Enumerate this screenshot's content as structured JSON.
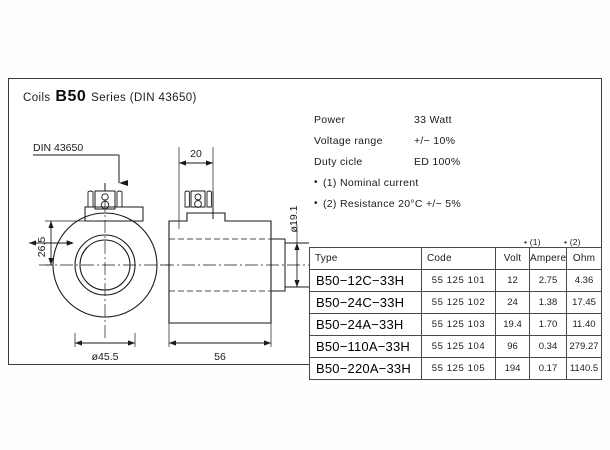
{
  "title": {
    "prefix": "Coils",
    "model": "B50",
    "suffix": "Series (DIN 43650)"
  },
  "specs": {
    "rows": [
      {
        "label": "Power",
        "value": "33 Watt"
      },
      {
        "label": "Voltage range",
        "value": "+/− 10%"
      },
      {
        "label": "Duty cicle",
        "value": "ED 100%"
      }
    ],
    "notes": [
      "(1) Nominal current",
      "(2) Resistance 20°C +/− 5%"
    ],
    "bullet": "•"
  },
  "table": {
    "footnote_marks": [
      "• (1)",
      "• (2)"
    ],
    "headers": [
      "Type",
      "Code",
      "Volt",
      "Ampere",
      "Ohm"
    ],
    "rows": [
      {
        "type": "B50−12C−33H",
        "code": "55 125 101",
        "volt": "12",
        "ampere": "2.75",
        "ohm": "4.36"
      },
      {
        "type": "B50−24C−33H",
        "code": "55 125 102",
        "volt": "24",
        "ampere": "1.38",
        "ohm": "17.45"
      },
      {
        "type": "B50−24A−33H",
        "code": "55 125 103",
        "volt": "19.4",
        "ampere": "1.70",
        "ohm": "11.40"
      },
      {
        "type": "B50−110A−33H",
        "code": "55 125 104",
        "volt": "96",
        "ampere": "0.34",
        "ohm": "279.27"
      },
      {
        "type": "B50−220A−33H",
        "code": "55 125 105",
        "volt": "194",
        "ampere": "0.17",
        "ohm": "1140.5"
      }
    ]
  },
  "drawings": {
    "front_view": {
      "callout": "DIN 43650",
      "height_dim": "26.5",
      "diameter_dim": "ø45.5"
    },
    "side_view": {
      "top_dim": "20",
      "length_dim": "56",
      "bore_dim": "ø19.1"
    }
  }
}
